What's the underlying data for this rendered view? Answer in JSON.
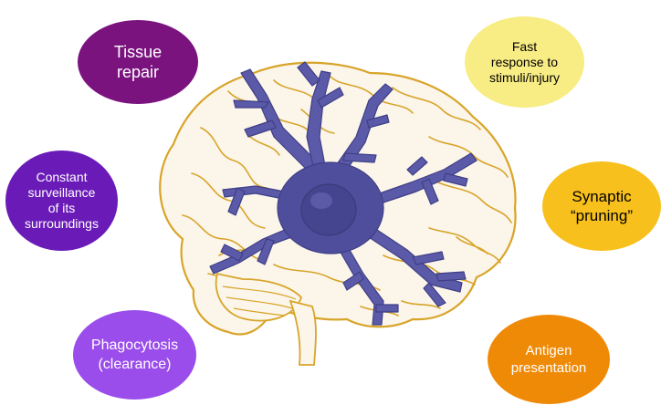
{
  "bubbles": [
    {
      "id": "tissue",
      "text": "Tissue\nrepair",
      "color": "#7b137f",
      "text_color": "#ffffff"
    },
    {
      "id": "surv",
      "text": "Constant\nsurveillance\nof its\nsurroundings",
      "color": "#6a1bb7",
      "text_color": "#ffffff"
    },
    {
      "id": "phago",
      "text": "Phagocytosis\n(clearance)",
      "color": "#9a4dea",
      "text_color": "#ffffff"
    },
    {
      "id": "fast",
      "text": "Fast\nresponse to\nstimuli/injury",
      "color": "#f8ec84",
      "text_color": "#000000"
    },
    {
      "id": "syn",
      "text": "Synaptic\n“pruning”",
      "color": "#f7c01d",
      "text_color": "#000000"
    },
    {
      "id": "antigen",
      "text": "Antigen\npresentation",
      "color": "#ef8a07",
      "text_color": "#ffffff"
    }
  ],
  "illustration": {
    "brain_outline_color": "#d8a52a",
    "brain_fill_color": "#fbf5ea",
    "microglia_color": "#5b5aa8",
    "microglia_dark": "#3f3f86",
    "icons": [
      "brain-icon",
      "microglia-cell-icon"
    ]
  }
}
